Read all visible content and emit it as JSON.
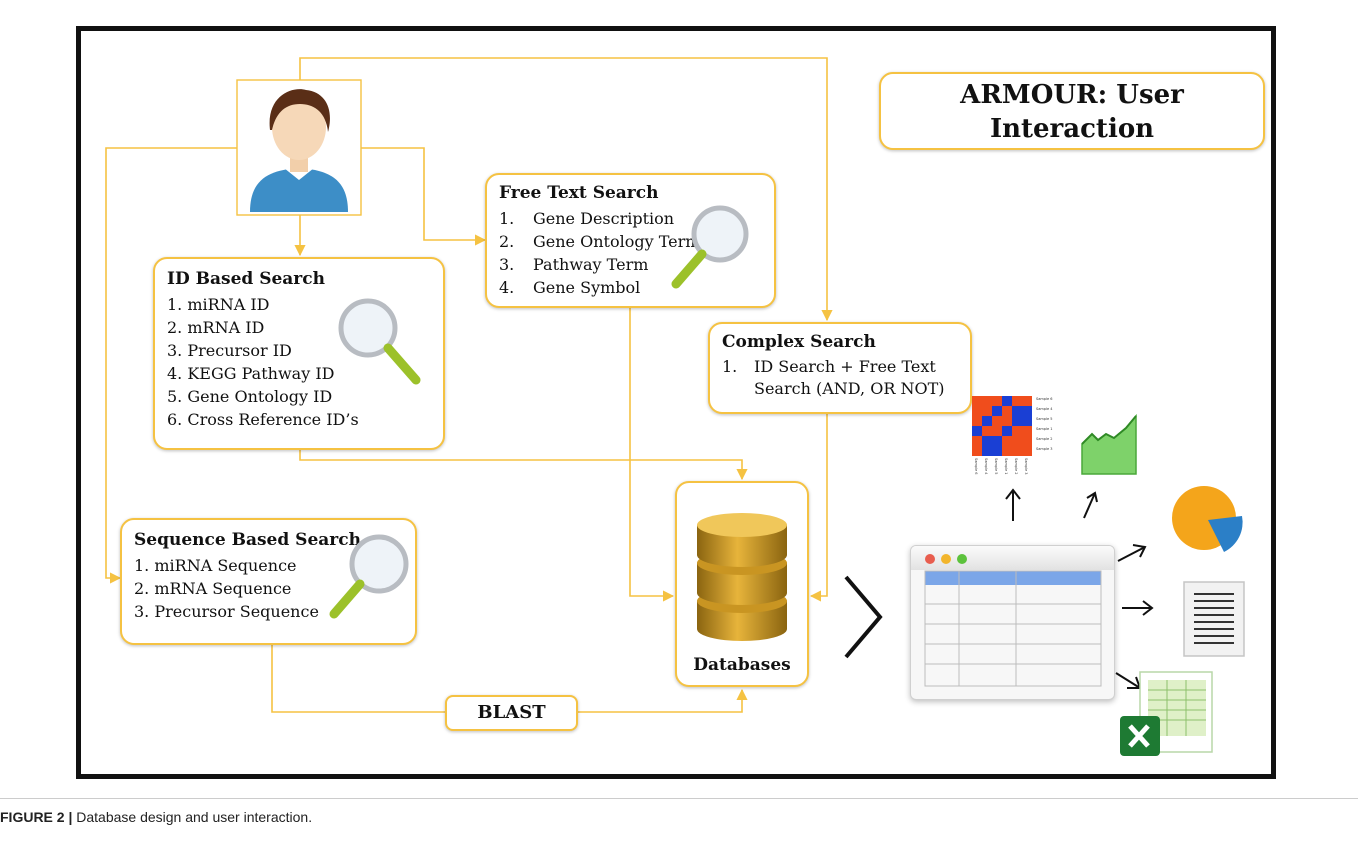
{
  "title_box": {
    "line1": "ARMOUR: User",
    "line2": "Interaction"
  },
  "free_text": {
    "title": "Free Text Search",
    "items": [
      {
        "num": "1.",
        "text": "Gene Description"
      },
      {
        "num": "2.",
        "text": "Gene Ontology Term"
      },
      {
        "num": "3.",
        "text": "Pathway Term"
      },
      {
        "num": "4.",
        "text": "Gene Symbol"
      }
    ]
  },
  "id_based": {
    "title": "ID Based Search",
    "items": [
      "1. miRNA ID",
      "2. mRNA ID",
      "3. Precursor ID",
      "4. KEGG Pathway ID",
      "5. Gene Ontology ID",
      "6. Cross Reference ID’s"
    ]
  },
  "complex": {
    "title": "Complex Search",
    "item_num": "1.",
    "item_line1": "ID Search + Free Text",
    "item_line2": "Search (AND, OR NOT)"
  },
  "sequence": {
    "title": "Sequence Based Search",
    "items": [
      "1. miRNA Sequence",
      "2. mRNA Sequence",
      "3. Precursor Sequence"
    ]
  },
  "blast": {
    "label": "BLAST"
  },
  "databases": {
    "label": "Databases"
  },
  "heatmap_labels": {
    "rows": [
      "Sample 6",
      "Sample 4",
      "Sample 5",
      "Sample 1",
      "Sample 2",
      "Sample 3"
    ],
    "cols": [
      "Sample 6",
      "Sample 4",
      "Sample 5",
      "Sample 1",
      "Sample 2",
      "Sample 3"
    ]
  },
  "caption": {
    "label": "FIGURE 2 |",
    "text": " Database design and user interaction."
  },
  "colors": {
    "accent": "#f5c242",
    "frame": "#111111",
    "heat_red": "#f04d1c",
    "heat_blue": "#1a3fd4"
  }
}
